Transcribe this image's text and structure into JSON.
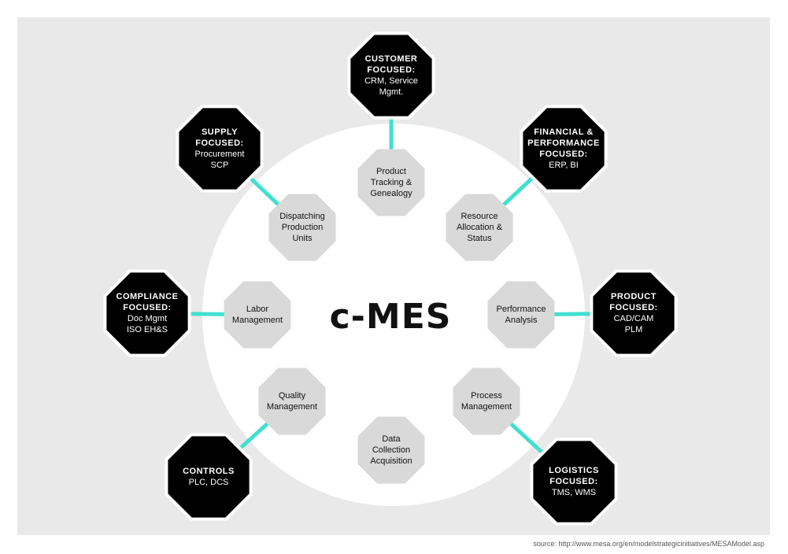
{
  "center_title": "c-MES",
  "source": "source: http://www.mesa.org/en/modelstrategicinitiatives/MESAModel.asp",
  "colors": {
    "accent_connector": "#40e0d0",
    "outer_fill": "#000000",
    "inner_fill": "#d9d9d9",
    "panel": "#e9e9e9",
    "circle": "#ffffff"
  },
  "outer": [
    {
      "id": "customer",
      "head": [
        "CUSTOMER",
        "FOCUSED:"
      ],
      "lines": [
        "CRM, Service",
        "Mgmt."
      ]
    },
    {
      "id": "financial",
      "head": [
        "FINANCIAL &",
        "PERFORMANCE",
        "FOCUSED:"
      ],
      "lines": [
        "ERP, BI"
      ]
    },
    {
      "id": "product",
      "head": [
        "PRODUCT",
        "FOCUSED:"
      ],
      "lines": [
        "CAD/CAM",
        "PLM"
      ]
    },
    {
      "id": "logistics",
      "head": [
        "LOGISTICS",
        "FOCUSED:"
      ],
      "lines": [
        "TMS, WMS"
      ]
    },
    {
      "id": "controls",
      "head": [
        "CONTROLS"
      ],
      "lines": [
        "PLC, DCS"
      ]
    },
    {
      "id": "compliance",
      "head": [
        "COMPLIANCE",
        "FOCUSED:"
      ],
      "lines": [
        "Doc Mgmt",
        "ISO EH&S"
      ]
    },
    {
      "id": "supply",
      "head": [
        "SUPPLY",
        "FOCUSED:"
      ],
      "lines": [
        "Procurement",
        "SCP"
      ]
    }
  ],
  "inner": [
    {
      "id": "product-tracking",
      "lines": [
        "Product",
        "Tracking &",
        "Genealogy"
      ]
    },
    {
      "id": "resource-allocation",
      "lines": [
        "Resource",
        "Allocation &",
        "Status"
      ]
    },
    {
      "id": "performance-analysis",
      "lines": [
        "Performance",
        "Analysis"
      ]
    },
    {
      "id": "process-management",
      "lines": [
        "Process",
        "Management"
      ]
    },
    {
      "id": "data-collection",
      "lines": [
        "Data",
        "Collection",
        "Acquisition"
      ]
    },
    {
      "id": "quality-management",
      "lines": [
        "Quality",
        "Management"
      ]
    },
    {
      "id": "labor-management",
      "lines": [
        "Labor",
        "Management"
      ]
    },
    {
      "id": "dispatching-production",
      "lines": [
        "Dispatching",
        "Production",
        "Units"
      ]
    }
  ]
}
